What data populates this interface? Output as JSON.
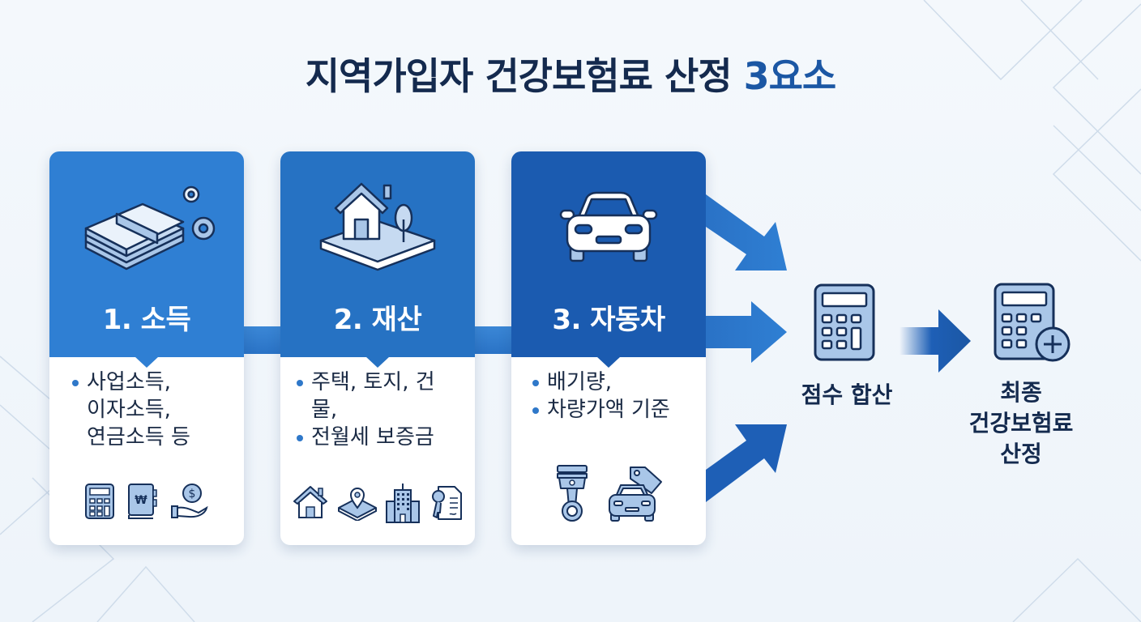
{
  "title": {
    "main": "지역가입자 건강보험료 산정",
    "accent": "3요소"
  },
  "cards": [
    {
      "number_label": "1. 소득",
      "header_color": "#2f7fd3",
      "main_icon": "money-stack-gears-icon",
      "bullets": [
        "사업소득,",
        "이자소득,",
        "연금소득 등"
      ],
      "bullet_style": "single",
      "sub_icons": [
        "calculator-icon",
        "won-ledger-icon",
        "hand-coin-dollar-icon"
      ]
    },
    {
      "number_label": "2. 재산",
      "header_color": "#2672c3",
      "main_icon": "house-land-icon",
      "bullets": [
        "주택, 토지, 건물,",
        "전월세 보증금"
      ],
      "bullet_style": "each",
      "sub_icons": [
        "house-icon",
        "land-pin-icon",
        "building-icon",
        "keys-contract-icon"
      ]
    },
    {
      "number_label": "3. 자동차",
      "header_color": "#1b5bb0",
      "main_icon": "car-front-icon",
      "bullets": [
        "배기량,",
        "차량가액 기준"
      ],
      "bullet_style": "each",
      "sub_icons": [
        "engine-piston-icon",
        "car-price-tag-icon"
      ]
    }
  ],
  "sum_step": {
    "label": "점수 합산",
    "icon": "calculator-icon"
  },
  "final_step": {
    "label_lines": [
      "최종",
      "건강보험료",
      "산정"
    ],
    "icon": "calculator-plus-icon"
  },
  "colors": {
    "title": "#142a4e",
    "accent": "#1b57a4",
    "arrow": "#2a72c6",
    "icon_fill": "#a9c6e8",
    "icon_stroke": "#16305a"
  }
}
